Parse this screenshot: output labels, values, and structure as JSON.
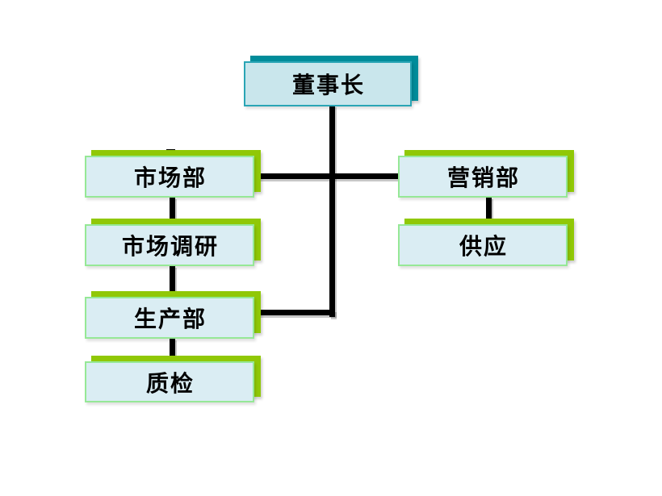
{
  "diagram": {
    "type": "org-chart",
    "nodes": {
      "chairman": {
        "label": "董事长"
      },
      "marketing": {
        "label": "市场部"
      },
      "research": {
        "label": "市场调研"
      },
      "production": {
        "label": "生产部"
      },
      "quality": {
        "label": "质检"
      },
      "sales": {
        "label": "营销部"
      },
      "supply": {
        "label": "供应"
      }
    },
    "edges": [
      {
        "from": "chairman",
        "to": "marketing"
      },
      {
        "from": "chairman",
        "to": "sales"
      },
      {
        "from": "chairman",
        "to": "production"
      },
      {
        "from": "marketing",
        "to": "research"
      },
      {
        "from": "research",
        "to": "production"
      },
      {
        "from": "production",
        "to": "quality"
      },
      {
        "from": "sales",
        "to": "supply"
      }
    ],
    "colors": {
      "background": "#FFFFFF",
      "chairman_shadow": "#008C9A",
      "chairman_border": "#2AA5B5",
      "chairman_fill": "#C9E6EC",
      "dept_shadow": "#90C806",
      "dept_border": "#96E896",
      "dept_fill": "#DAEDF3",
      "connector": "#000000",
      "text": "#000000"
    }
  }
}
